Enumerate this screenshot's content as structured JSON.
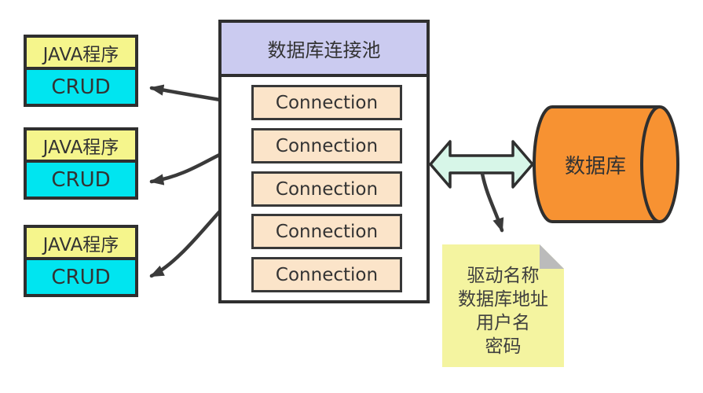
{
  "diagram_title": "database-connection-pool-diagram",
  "apps": [
    {
      "title": "JAVA程序",
      "subtitle": "CRUD"
    },
    {
      "title": "JAVA程序",
      "subtitle": "CRUD"
    },
    {
      "title": "JAVA程序",
      "subtitle": "CRUD"
    }
  ],
  "pool": {
    "title": "数据库连接池",
    "connections": [
      "Connection",
      "Connection",
      "Connection",
      "Connection",
      "Connection"
    ]
  },
  "database": {
    "label": "数据库"
  },
  "note": {
    "lines": [
      "驱动名称",
      "数据库地址",
      "用户名",
      "密码"
    ]
  },
  "colors": {
    "background": "#ffffff",
    "app_title_fill": "#F5F58C",
    "app_crud_fill": "#00E5F0",
    "pool_header_fill": "#CBCBF0",
    "connection_fill": "#FBE4C9",
    "database_fill": "#F79232",
    "double_arrow_fill": "#D7F6E8",
    "note_fill": "#F4F4A0",
    "note_fold": "#BBBBBB",
    "outline": "#2f2f2f",
    "arrow": "#3a3a3a",
    "text": "#333333"
  }
}
